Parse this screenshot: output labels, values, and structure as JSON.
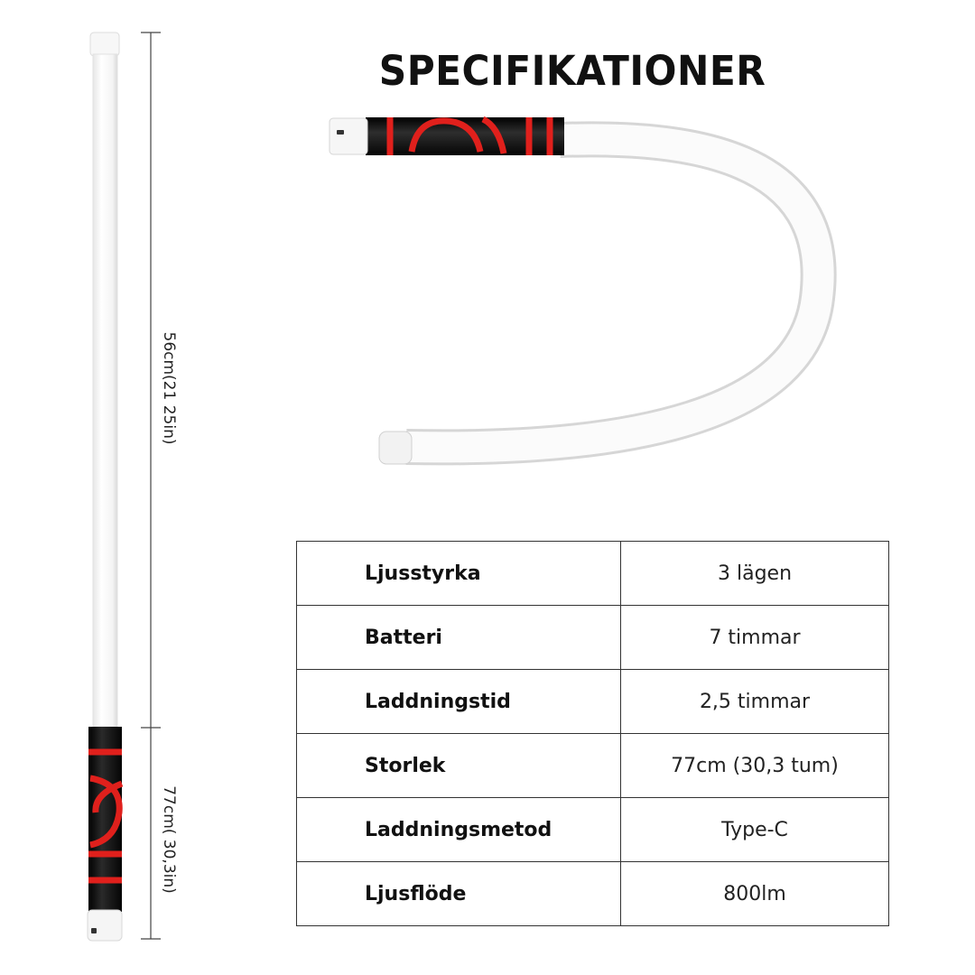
{
  "page": {
    "title": "SPECIFIKATIONER"
  },
  "dimensions": {
    "length_upper": "56cm(21 25in)",
    "length_total": "77cm( 30,3in)"
  },
  "colors": {
    "tube": "#ffffff",
    "grip": "#121212",
    "accent": "#e0201c",
    "border": "#333333",
    "text": "#111111"
  },
  "specs": {
    "rows": [
      {
        "key": "Ljusstyrka",
        "value": "3 lägen"
      },
      {
        "key": "Batteri",
        "value": "7 timmar"
      },
      {
        "key": "Laddningstid",
        "value": "2,5 timmar"
      },
      {
        "key": "Storlek",
        "value": "77cm (30,3 tum)"
      },
      {
        "key": "Laddningsmetod",
        "value": "Type-C"
      },
      {
        "key": "Ljusflöde",
        "value": "800lm"
      }
    ]
  }
}
